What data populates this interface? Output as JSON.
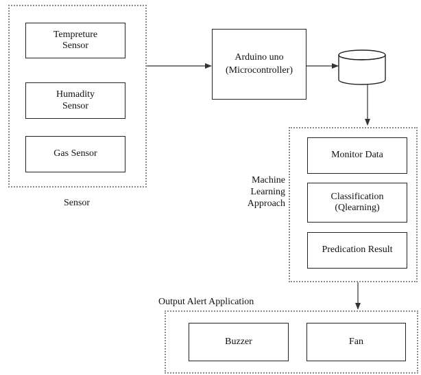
{
  "sensor_group": {
    "label": "Sensor",
    "temperature": [
      "Tempreture",
      "Sensor"
    ],
    "humidity": [
      "Humadity",
      "Sensor"
    ],
    "gas": "Gas Sensor"
  },
  "controller": {
    "line1": "Arduino uno",
    "line2": "(Microcontroller)"
  },
  "database": {
    "label": "Database"
  },
  "ml_group": {
    "label": [
      "Machine",
      "Learning",
      "Approach"
    ],
    "monitor": "Monitor Data",
    "classification": [
      "Classification",
      "(Qlearning)"
    ],
    "prediction": "Predication Result"
  },
  "output_group": {
    "label": "Output Alert Application",
    "buzzer": "Buzzer",
    "fan": "Fan"
  }
}
